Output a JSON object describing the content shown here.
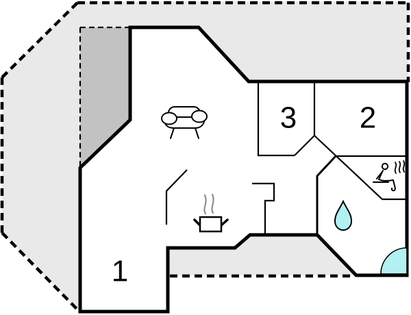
{
  "plan": {
    "name": "holiday-house-floor-plan",
    "rooms": [
      {
        "id": "room-1",
        "label": "1"
      },
      {
        "id": "room-2",
        "label": "2"
      },
      {
        "id": "room-3",
        "label": "3"
      }
    ],
    "icons": [
      {
        "name": "sofa-icon",
        "meaning": "living-room seating"
      },
      {
        "name": "stove-pot-icon",
        "meaning": "kitchen / cooking"
      },
      {
        "name": "water-drop-icon",
        "meaning": "bathroom / water"
      },
      {
        "name": "sauna-icon",
        "meaning": "sauna"
      },
      {
        "name": "door-swing-icon",
        "meaning": "entrance door swing"
      }
    ],
    "areas": [
      {
        "name": "terrace-plot",
        "style": "light-gray, dashed boundary"
      },
      {
        "name": "carport",
        "style": "dark-gray, thin dashed boundary"
      },
      {
        "name": "house",
        "style": "white, thick black walls"
      }
    ]
  },
  "colors": {
    "background": "#ffffff",
    "plot_fill": "#e9e9e9",
    "carport_fill": "#c2c2c2",
    "house_fill": "#ffffff",
    "wall": "#000000",
    "water_accent": "#b3f0f2",
    "steam_gray": "#8f8f8f"
  }
}
